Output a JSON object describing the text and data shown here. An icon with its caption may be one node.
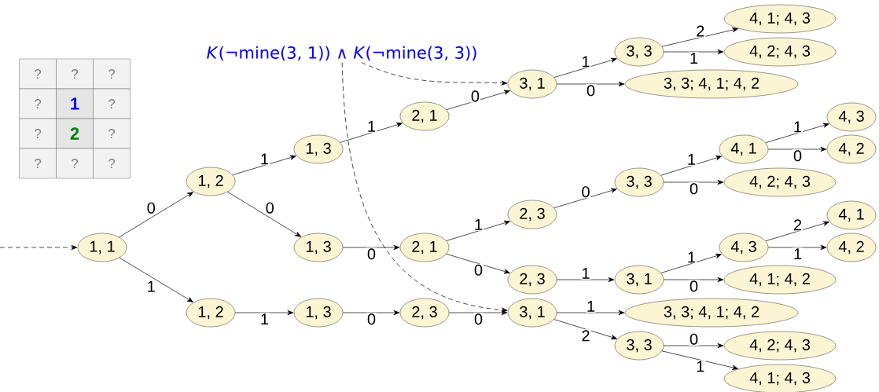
{
  "diagram": {
    "nodes": [
      {
        "text": [
          "1, 1"
        ]
      },
      {
        "text": [
          "1, 2"
        ]
      },
      {
        "text": [
          "1, 2"
        ]
      },
      {
        "text": [
          "1, 3"
        ]
      },
      {
        "text": [
          "1, 3"
        ]
      },
      {
        "text": [
          "1, 3"
        ]
      },
      {
        "text": [
          "2, 1"
        ]
      },
      {
        "text": [
          "2, 1"
        ]
      },
      {
        "text": [
          "2, 3"
        ]
      },
      {
        "text": [
          "3, 1"
        ]
      },
      {
        "text": [
          "2, 3"
        ]
      },
      {
        "text": [
          "2, 3"
        ]
      },
      {
        "text": [
          "3, 1"
        ]
      },
      {
        "text": [
          "3, 3"
        ]
      },
      {
        "text": [
          "3, 3; 4, 1; 4, 2"
        ]
      },
      {
        "text": [
          "4, 1; 4, 3"
        ]
      },
      {
        "text": [
          "4, 2; 4, 3"
        ]
      },
      {
        "text": [
          "3, 3"
        ]
      },
      {
        "text": [
          "4, 1"
        ]
      },
      {
        "text": [
          "4, 2; 4, 3"
        ]
      },
      {
        "text": [
          "4, 3"
        ]
      },
      {
        "text": [
          "4, 2"
        ]
      },
      {
        "text": [
          "3, 1"
        ]
      },
      {
        "text": [
          "4, 3"
        ]
      },
      {
        "text": [
          "4, 1; 4, 2"
        ]
      },
      {
        "text": [
          "4, 1"
        ]
      },
      {
        "text": [
          "4, 2"
        ]
      },
      {
        "text": [
          "3, 3; 4, 1; 4, 2"
        ]
      },
      {
        "text": [
          "3, 3"
        ]
      },
      {
        "text": [
          "4, 2; 4, 3"
        ]
      },
      {
        "text": [
          "4, 1; 4, 3"
        ]
      },
      {
        "text": [
          "*K*(¬mine(3, 1)) ∧ *K*(¬mine(3, 3))"
        ]
      }
    ],
    "edges": [
      {
        "from": null,
        "to": 0,
        "arrow": "to",
        "style": "dashed"
      },
      {
        "from": 0,
        "to": 1,
        "arrow": "to",
        "label": "0"
      },
      {
        "from": 0,
        "to": 2,
        "arrow": "to",
        "label": "1"
      },
      {
        "from": 1,
        "to": 3,
        "arrow": "to",
        "label": "1"
      },
      {
        "from": 1,
        "to": 4,
        "arrow": "to",
        "label": "0"
      },
      {
        "from": 2,
        "to": 5,
        "arrow": "to",
        "label": "1"
      },
      {
        "from": 3,
        "to": 6,
        "arrow": "to",
        "label": "1"
      },
      {
        "from": 4,
        "to": 7,
        "arrow": "to",
        "label": "0"
      },
      {
        "from": 5,
        "to": 8,
        "arrow": "to",
        "label": "0"
      },
      {
        "from": 6,
        "to": 9,
        "arrow": "to",
        "label": "0"
      },
      {
        "from": 7,
        "to": 10,
        "arrow": "to",
        "label": "1"
      },
      {
        "from": 7,
        "to": 11,
        "arrow": "to",
        "label": "0"
      },
      {
        "from": 8,
        "to": 12,
        "arrow": "to",
        "label": "0"
      },
      {
        "from": 9,
        "to": 13,
        "arrow": "to",
        "label": "1"
      },
      {
        "from": 9,
        "to": 14,
        "arrow": "to",
        "label": "0"
      },
      {
        "from": 13,
        "to": 15,
        "arrow": "to",
        "label": "2"
      },
      {
        "from": 13,
        "to": 16,
        "arrow": "to",
        "label": "1"
      },
      {
        "from": 10,
        "to": 17,
        "arrow": "to",
        "label": "0"
      },
      {
        "from": 17,
        "to": 18,
        "arrow": "to",
        "label": "1"
      },
      {
        "from": 17,
        "to": 19,
        "arrow": "to",
        "label": "0"
      },
      {
        "from": 18,
        "to": 20,
        "arrow": "to",
        "label": "1"
      },
      {
        "from": 18,
        "to": 21,
        "arrow": "to",
        "label": "0"
      },
      {
        "from": 11,
        "to": 22,
        "arrow": "to",
        "label": "1"
      },
      {
        "from": 22,
        "to": 23,
        "arrow": "to",
        "label": "1"
      },
      {
        "from": 22,
        "to": 24,
        "arrow": "to",
        "label": "0"
      },
      {
        "from": 23,
        "to": 25,
        "arrow": "to",
        "label": "2"
      },
      {
        "from": 23,
        "to": 26,
        "arrow": "to",
        "label": "1"
      },
      {
        "from": 12,
        "to": 27,
        "arrow": "to",
        "label": "1"
      },
      {
        "from": 12,
        "to": 28,
        "arrow": "to",
        "label": "2"
      },
      {
        "from": 28,
        "to": 29,
        "arrow": "to",
        "label": "0"
      },
      {
        "from": 28,
        "to": 30,
        "arrow": "to",
        "label": "1"
      },
      {
        "from": 31,
        "to": 9,
        "arrow": "to",
        "style": "dashed"
      },
      {
        "from": 31,
        "to": 12,
        "arrow": "to",
        "style": "dashed"
      }
    ],
    "labels": [
      "?",
      "?",
      "?",
      "?",
      "1",
      "?",
      "?",
      "2",
      "?",
      "?",
      "?",
      "?"
    ]
  }
}
